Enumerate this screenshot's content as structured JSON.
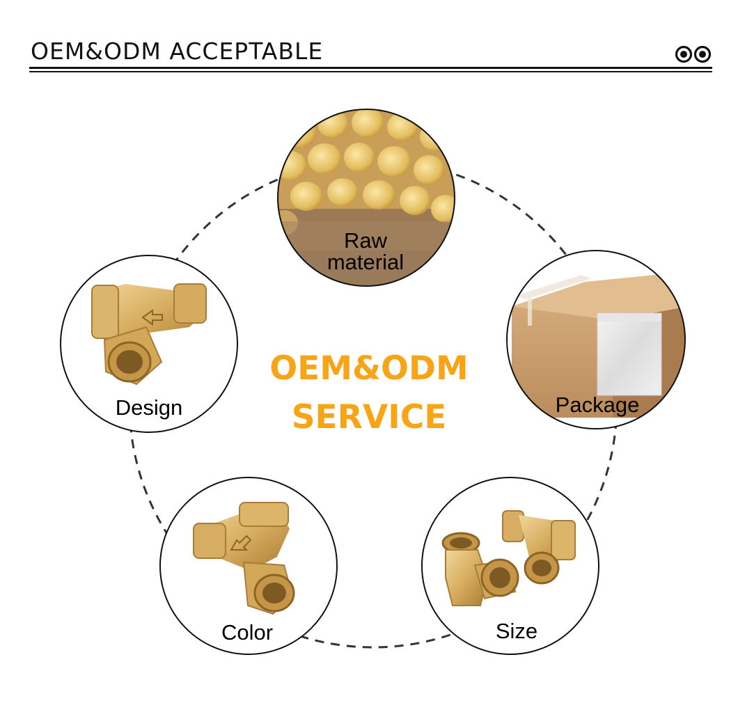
{
  "header": {
    "title": "OEM&ODM ACCEPTABLE",
    "decor_icon": "double-circle-icon"
  },
  "center": {
    "line1": "OEM&ODM",
    "line2": "SERVICE"
  },
  "services": [
    {
      "label": "Raw\nmaterial",
      "line1": "Raw",
      "line2": "material",
      "image": "brass-rods-photo"
    },
    {
      "label": "Package",
      "image": "cardboard-box-and-poly-bag-photo"
    },
    {
      "label": "Design",
      "image": "brass-y-strainer-photo"
    },
    {
      "label": "Color",
      "image": "brass-y-strainer-photo"
    },
    {
      "label": "Size",
      "image": "two-brass-y-strainers-photo"
    }
  ],
  "colors": {
    "accent": "#f7a417",
    "text": "#111111",
    "brass": "#d9b064",
    "cardboard": "#c79a6a"
  }
}
